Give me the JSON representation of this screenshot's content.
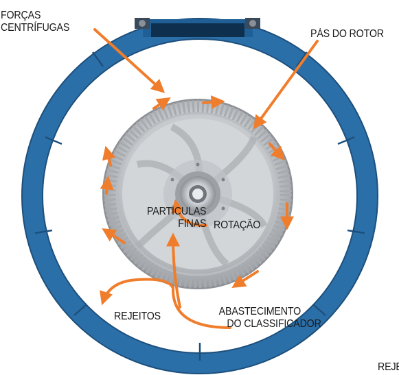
{
  "labels": {
    "centrifugal_forces": [
      "FORÇAS",
      "CENTRÍFUGAS"
    ],
    "rotor_blades": "PÁS DO ROTOR",
    "fine_particles": [
      "PARTÍCULAS",
      "FINAS"
    ],
    "rotation": "ROTAÇÃO",
    "rejects": "REJEITOS",
    "classifier_feed": [
      "ABASTECIMENTO",
      "DO CLASSIFICADOR"
    ],
    "rejects_cut": "REJE"
  },
  "colors": {
    "ring_blue": "#2b6fa8",
    "ring_dark": "#1d4f7c",
    "arrow_orange": "#f07d2b",
    "rotor_gray": "#c9cccf",
    "text": "#1a1a1a"
  }
}
